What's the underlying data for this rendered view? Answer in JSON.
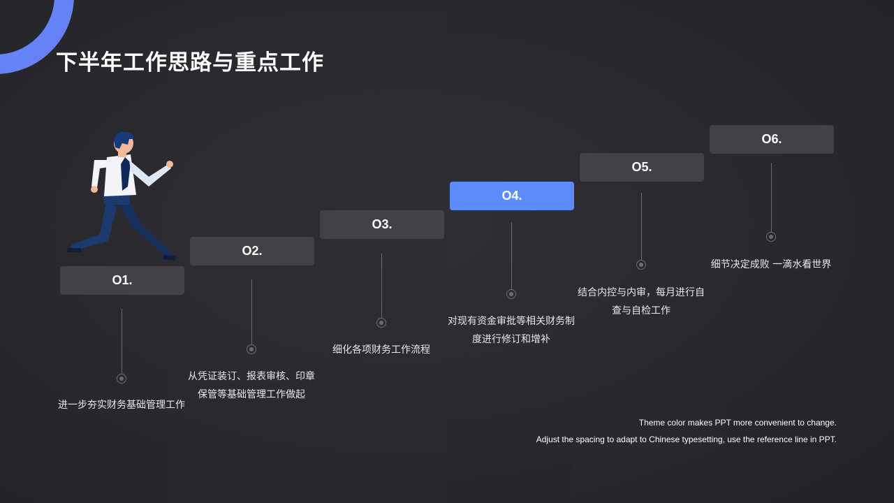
{
  "slide": {
    "title": "下半年工作思路与重点工作",
    "accent_color": "#5b8cfa",
    "step_color": "#424146",
    "illustration": "running-businessman-icon"
  },
  "steps": [
    {
      "label": "O1.",
      "text": "进一步夯实财务基础管理工作",
      "active": false
    },
    {
      "label": "O2.",
      "text": "从凭证装订、报表审核、印章\n保管等基础管理工作做起",
      "active": false
    },
    {
      "label": "O3.",
      "text": "细化各项财务工作流程",
      "active": false
    },
    {
      "label": "O4.",
      "text": "对现有资金审批等相关财务制\n度进行修订和增补",
      "active": true
    },
    {
      "label": "O5.",
      "text": "结合内控与内审，每月进行自\n查与自检工作",
      "active": false
    },
    {
      "label": "O6.",
      "text": "细节决定成败   一滴水看世界",
      "active": false
    }
  ],
  "notes": {
    "line1": "Theme color makes PPT more convenient to change.",
    "line2": "Adjust the spacing to adapt to Chinese typesetting, use the reference line in PPT."
  }
}
